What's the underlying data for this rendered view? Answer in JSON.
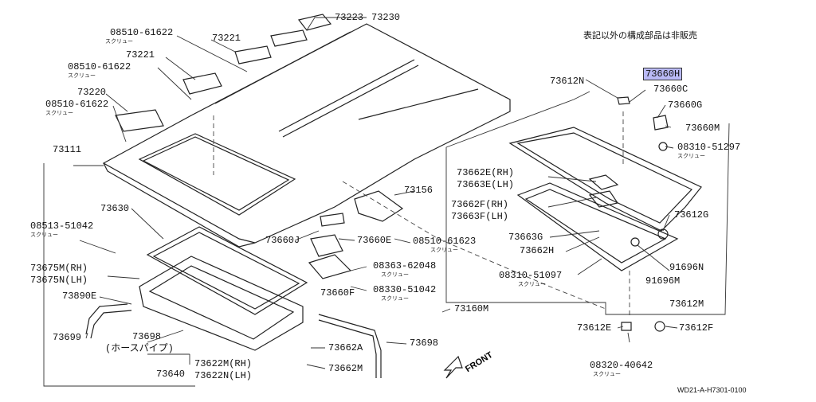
{
  "note": "表記以外の構成部品は非販売",
  "diagram_code": "WD21-A-H7301-0100",
  "front_label": "FRONT",
  "callouts": [
    {
      "id": "c73223",
      "text": "73223"
    },
    {
      "id": "c73230",
      "text": "73230"
    },
    {
      "id": "c08510a",
      "text": "08510-61622",
      "sub": "スクリュー"
    },
    {
      "id": "c73221a",
      "text": "73221"
    },
    {
      "id": "c73221b",
      "text": "73221"
    },
    {
      "id": "c08510b",
      "text": "08510-61622",
      "sub": "スクリュー"
    },
    {
      "id": "c73220",
      "text": "73220"
    },
    {
      "id": "c08510c",
      "text": "08510-61622",
      "sub": "スクリュー"
    },
    {
      "id": "c73111",
      "text": "73111"
    },
    {
      "id": "c73630",
      "text": "73630"
    },
    {
      "id": "c08513",
      "text": "08513-51042",
      "sub": "スクリュー"
    },
    {
      "id": "c73675m",
      "text": "73675M(RH)"
    },
    {
      "id": "c73675n",
      "text": "73675N(LH)"
    },
    {
      "id": "c73890e",
      "text": "73890E"
    },
    {
      "id": "c73699",
      "text": "73699"
    },
    {
      "id": "c73698a",
      "text": "73698"
    },
    {
      "id": "c73698b",
      "text": "(ホースパイプ)"
    },
    {
      "id": "c73640",
      "text": "73640"
    },
    {
      "id": "c73622m",
      "text": "73622M(RH)"
    },
    {
      "id": "c73622n",
      "text": "73622N(LH)"
    },
    {
      "id": "c73156",
      "text": "73156"
    },
    {
      "id": "c73660j",
      "text": "73660J"
    },
    {
      "id": "c73660e",
      "text": "73660E"
    },
    {
      "id": "c08510d",
      "text": "08510-61623",
      "sub": "スクリュー"
    },
    {
      "id": "c08363",
      "text": "08363-62048",
      "sub": "スクリュー"
    },
    {
      "id": "c08330",
      "text": "08330-51042",
      "sub": "スクリュー"
    },
    {
      "id": "c73660f",
      "text": "73660F"
    },
    {
      "id": "c73160m",
      "text": "73160M"
    },
    {
      "id": "c73698c",
      "text": "73698"
    },
    {
      "id": "c73662a",
      "text": "73662A"
    },
    {
      "id": "c73662m",
      "text": "73662M"
    },
    {
      "id": "c73612n",
      "text": "73612N"
    },
    {
      "id": "c73660h",
      "text": "73660H",
      "highlight": true
    },
    {
      "id": "c73660c",
      "text": "73660C"
    },
    {
      "id": "c73660g",
      "text": "73660G"
    },
    {
      "id": "c73660m",
      "text": "73660M"
    },
    {
      "id": "c08310a",
      "text": "08310-51297",
      "sub": "スクリュー"
    },
    {
      "id": "c73662e",
      "text": "73662E(RH)"
    },
    {
      "id": "c73663e",
      "text": "73663E(LH)"
    },
    {
      "id": "c73662f",
      "text": "73662F(RH)"
    },
    {
      "id": "c73663f",
      "text": "73663F(LH)"
    },
    {
      "id": "c73612g",
      "text": "73612G"
    },
    {
      "id": "c73663g",
      "text": "73663G"
    },
    {
      "id": "c73662h",
      "text": "73662H"
    },
    {
      "id": "c91696n",
      "text": "91696N"
    },
    {
      "id": "c91696m",
      "text": "91696M"
    },
    {
      "id": "c08310b",
      "text": "08310-51097",
      "sub": "スクリュー"
    },
    {
      "id": "c73612m",
      "text": "73612M"
    },
    {
      "id": "c73612e",
      "text": "73612E"
    },
    {
      "id": "c73612f",
      "text": "73612F"
    },
    {
      "id": "c08320",
      "text": "08320-40642",
      "sub": "スクリュー"
    }
  ]
}
